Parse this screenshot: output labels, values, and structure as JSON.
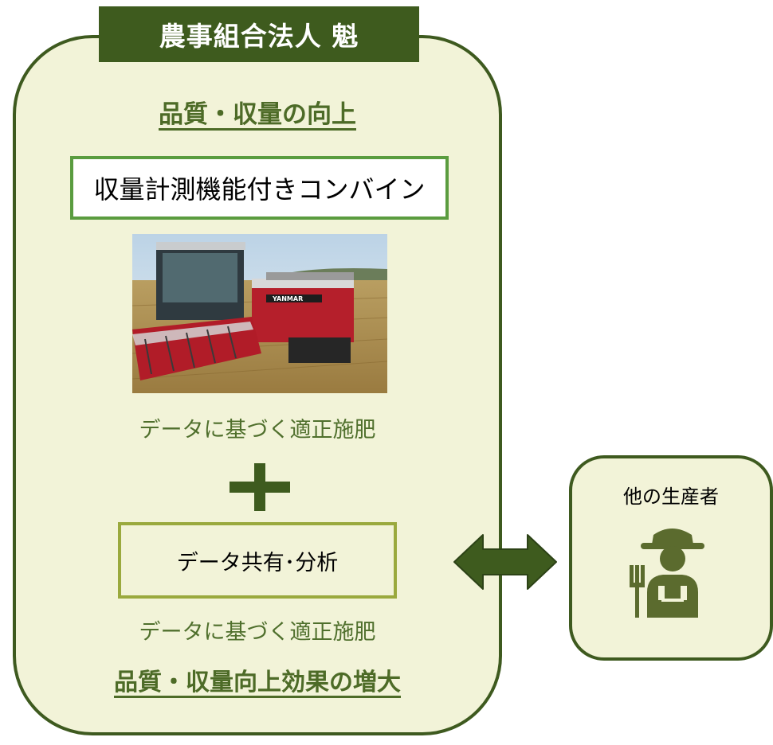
{
  "organization": {
    "name": "農事組合法人 魁"
  },
  "headings": {
    "top": "品質・収量の向上",
    "bottom": "品質・収量向上効果の増大"
  },
  "device": {
    "label": "収量計測機能付きコンバイン"
  },
  "photo": {
    "brand_text": "YANMAR"
  },
  "captions": {
    "first": "データに基づく適正施肥",
    "second": "データに基づく適正施肥"
  },
  "data_sharing": {
    "label": "データ共有･分析"
  },
  "other_producers": {
    "label": "他の生産者",
    "icon": "farmer-icon"
  },
  "colors": {
    "dark_green": "#3e5b1e",
    "panel_fill": "#f2f3d8",
    "heading_green": "#4d6b27",
    "box_green": "#5a9c3f",
    "olive_border": "#9aa93d",
    "icon_green": "#5b6b2e"
  }
}
